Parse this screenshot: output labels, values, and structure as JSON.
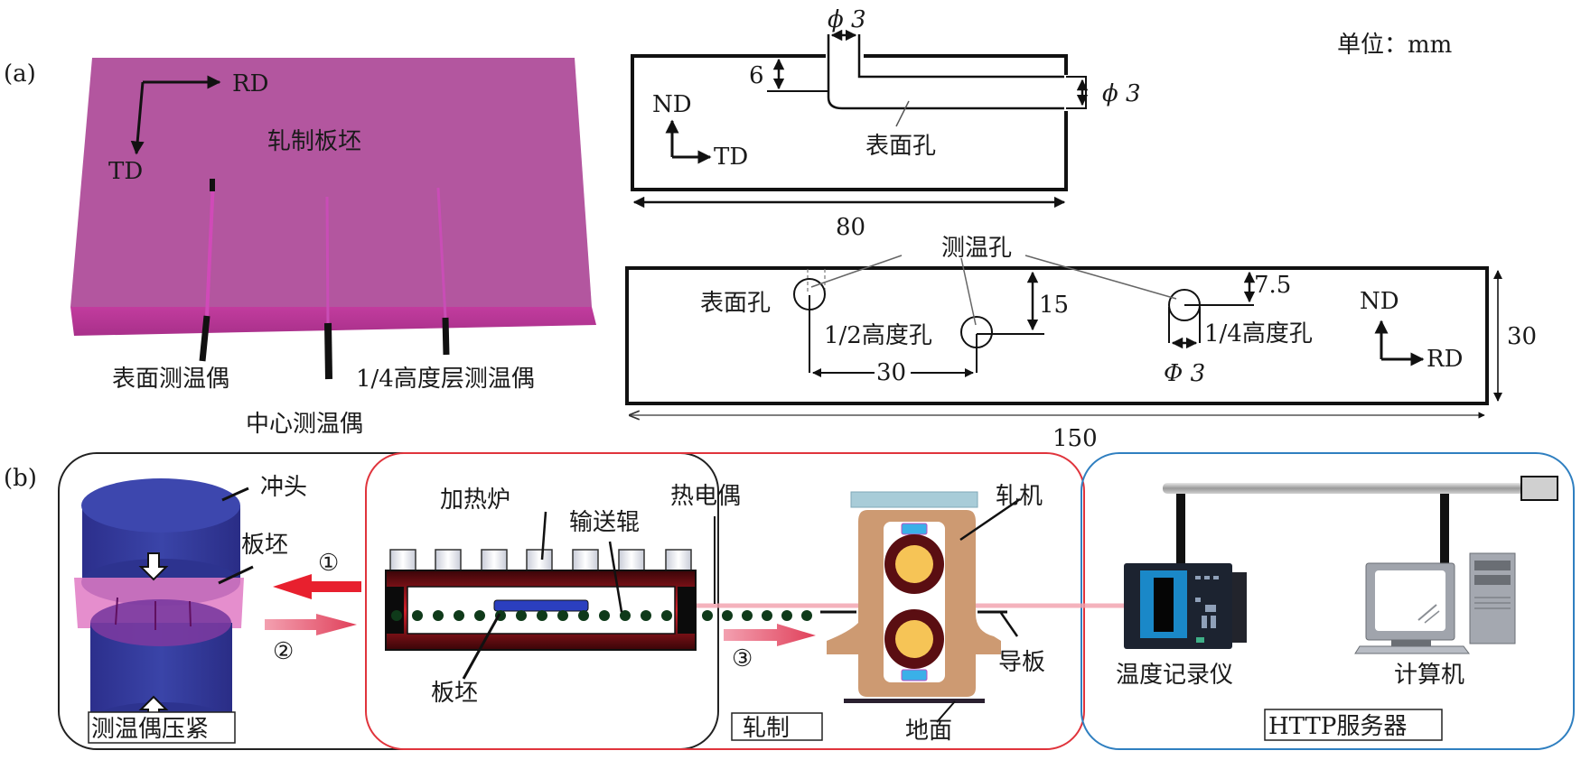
{
  "panel_a": {
    "label": "(a)",
    "unit_label": "单位：mm",
    "slab_3d": {
      "title": "轧制板坯",
      "axis_rd": "RD",
      "axis_td": "TD",
      "thermocouples": [
        "表面测温偶",
        "中心测温偶",
        "1/4高度层测温偶"
      ],
      "colors": {
        "slab_top": "#b3569f",
        "slab_side": "#b0368f"
      }
    },
    "cross_section_td": {
      "hole_label": "表面孔",
      "axis_nd": "ND",
      "axis_td": "TD",
      "dim_hole_diameter_top": "ϕ 3",
      "dim_hole_diameter_side": "ϕ 3",
      "dim_depth": "6",
      "dim_width": "80"
    },
    "cross_section_rd": {
      "callout": "测温孔",
      "hole_surface": "表面孔",
      "hole_half": "1/2高度孔",
      "hole_quarter": "1/4高度孔",
      "axis_nd": "ND",
      "axis_rd": "RD",
      "dim_spacing": "30",
      "dim_half_depth": "15",
      "dim_quarter_depth": "7.5",
      "dim_diameter": "Φ 3",
      "dim_thickness": "30",
      "dim_length": "150"
    }
  },
  "panel_b": {
    "label": "(b)",
    "stage_press": {
      "box_label": "测温偶压紧",
      "punch": "冲头",
      "slab": "板坯",
      "step1": "①",
      "step2": "②",
      "border_color": "#222222"
    },
    "stage_furnace": {
      "furnace": "加热炉",
      "roller": "输送辊",
      "slab": "板坯",
      "thermocouple": "热电偶"
    },
    "stage_rolling": {
      "box_label": "轧制",
      "mill": "轧机",
      "guide": "导板",
      "ground": "地面",
      "step3": "③",
      "border_color": "#e0343c"
    },
    "stage_server": {
      "box_label": "HTTP服务器",
      "recorder": "温度记录仪",
      "computer": "计算机",
      "border_color": "#2f7fc0"
    }
  }
}
